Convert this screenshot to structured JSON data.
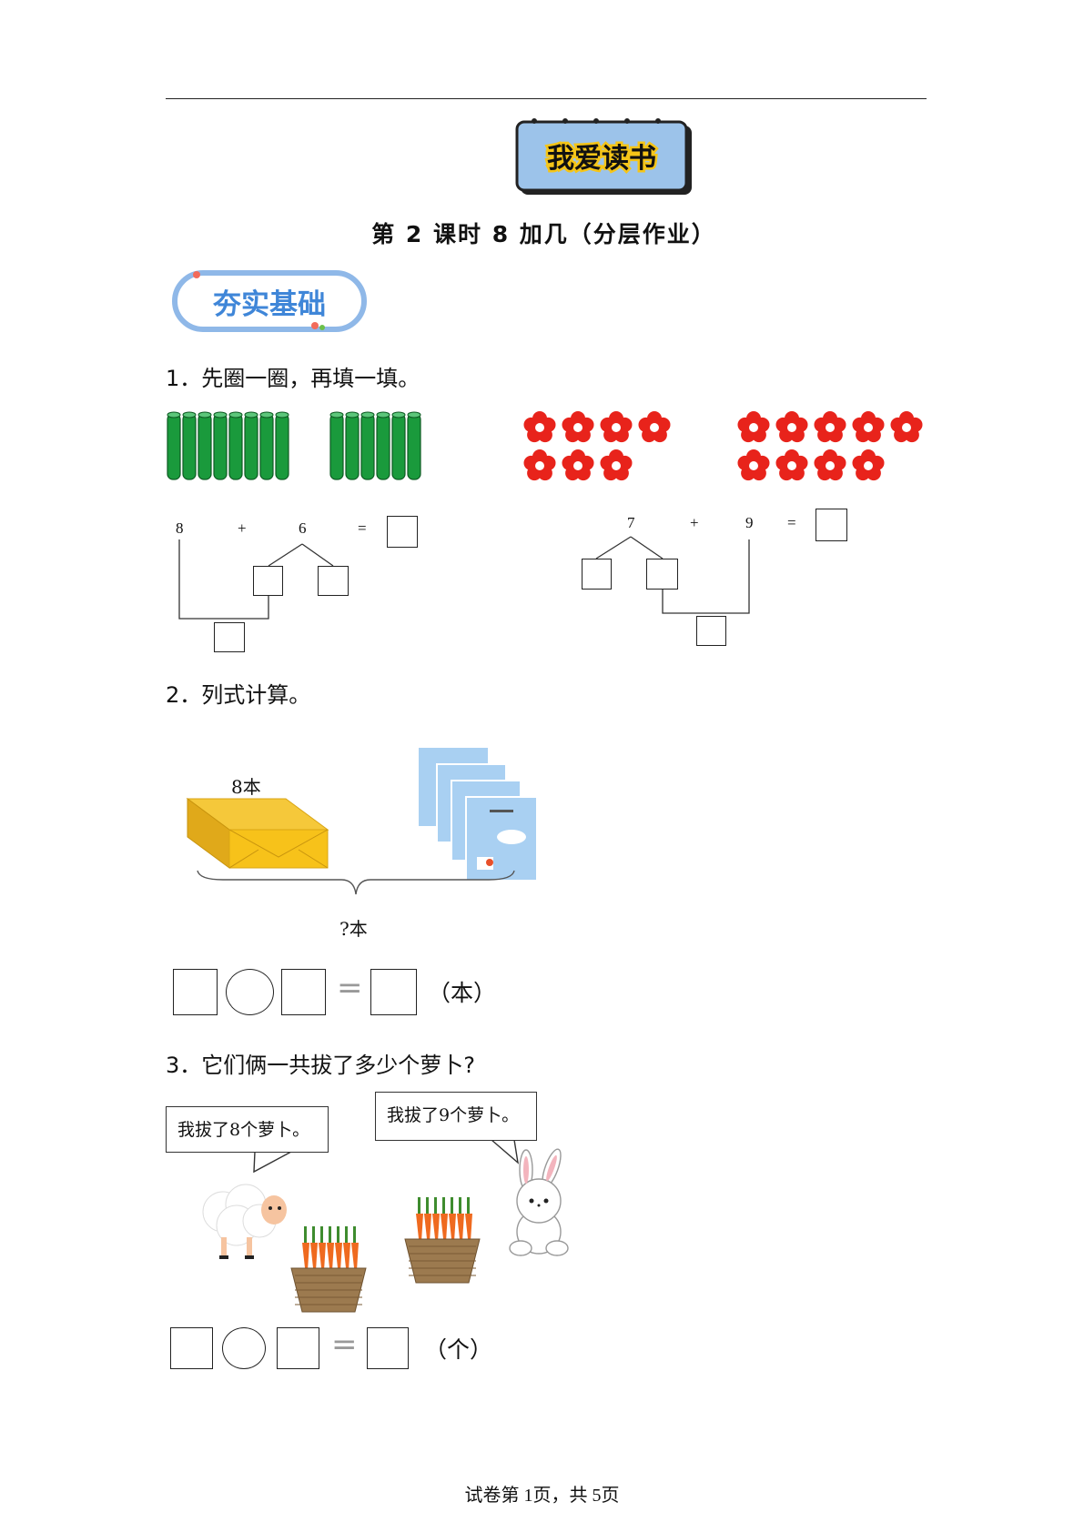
{
  "header": {
    "badge_text": "我爱读书",
    "title": "第 2 课时  8 加几（分层作业）",
    "section_badge": "夯实基础"
  },
  "colors": {
    "badge_blue": "#9cc3ea",
    "section_blue": "#3f86d8",
    "rod_green": "#1a9a3c",
    "flower_red": "#e8231b",
    "box_yellow": "#f7c21a",
    "book_blue": "#a9d0f2"
  },
  "q1": {
    "prompt": "1．先圈一圈，再填一填。",
    "left": {
      "a": "8",
      "op": "+",
      "b": "6",
      "eq": "=",
      "rods_group1": 8,
      "rods_group2": 6
    },
    "right": {
      "a": "7",
      "op": "+",
      "b": "9",
      "eq": "=",
      "flowers_group1": 7,
      "flowers_group2": 9
    }
  },
  "q2": {
    "prompt": "2．列式计算。",
    "box_label": "8本",
    "total_label": "?本",
    "eq_sign": "=",
    "unit": "（本）"
  },
  "q3": {
    "prompt": "3．它们俩一共拔了多少个萝卜?",
    "sheep_says": "我拔了8个萝卜。",
    "rabbit_says": "我拔了9个萝卜。",
    "eq_sign": "=",
    "unit": "（个）"
  },
  "footer": {
    "page_info": "试卷第 1页，共 5页"
  }
}
